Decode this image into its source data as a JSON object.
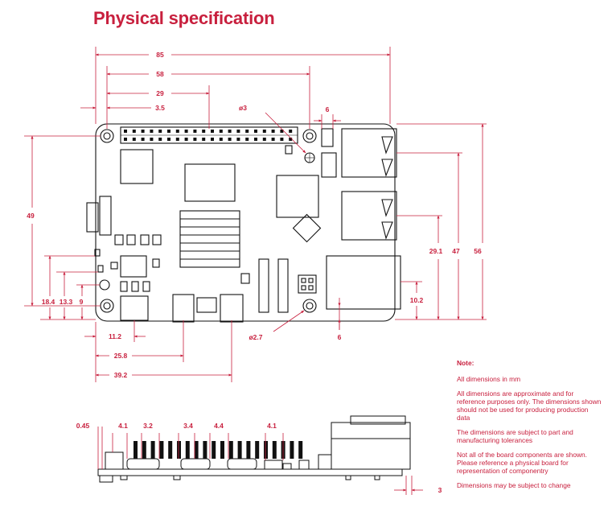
{
  "title": "Physical specification",
  "top_dimensions": {
    "width_85": "85",
    "width_58": "58",
    "width_29": "29",
    "offset_3_5": "3.5",
    "hole_dia_3": "ø3",
    "dim_6_top": "6",
    "height_49": "49",
    "height_56": "56",
    "height_47": "47",
    "height_29_1": "29.1",
    "height_10_2": "10.2",
    "height_18_4": "18.4",
    "height_13_3": "13.3",
    "height_9": "9",
    "width_11_2": "11.2",
    "width_25_8": "25.8",
    "width_39_2": "39.2",
    "dim_6_bottom": "6",
    "hole_dia_2_7": "ø2.7"
  },
  "side_dimensions": {
    "d_0_45": "0.45",
    "d_4_1a": "4.1",
    "d_3_2": "3.2",
    "d_3_4": "3.4",
    "d_4_4": "4.4",
    "d_4_1b": "4.1",
    "d_3": "3"
  },
  "notes": {
    "heading": "Note:",
    "items": [
      "All dimensions in mm",
      "All dimensions are approximate and for reference purposes only. The dimensions shown should not be used for producing production data",
      "The dimensions are subject to part and manufacturing tolerances",
      "Not all of the board components are shown. Please reference a physical board for representation of componentry",
      "Dimensions may be subject to change"
    ]
  }
}
